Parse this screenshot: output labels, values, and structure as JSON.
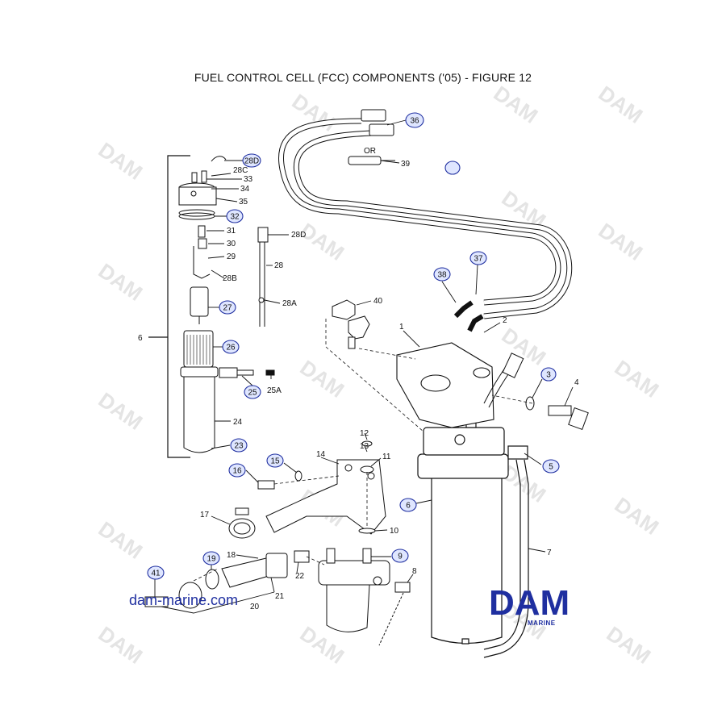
{
  "title": "FUEL CONTROL CELL (FCC) COMPONENTS ('05) - FIGURE 12",
  "website": "dam-marine.com",
  "brand": {
    "logo_text": "DAM",
    "sub_text": "MARINE",
    "color": "#1f2fa0"
  },
  "watermark_text": "DAM",
  "or_text": "OR",
  "circled_callouts": [
    "28D",
    "32",
    "27",
    "26",
    "25",
    "23",
    "36",
    "38",
    "37",
    "3",
    "5",
    "6",
    "15",
    "16",
    "19",
    "41",
    "9",
    ""
  ],
  "plain_labels": [
    "28C",
    "33",
    "34",
    "35",
    "31",
    "30",
    "29",
    "28B",
    "28D",
    "28",
    "28A",
    "25A",
    "24",
    "6",
    "39",
    "40",
    "1",
    "2",
    "4",
    "12",
    "13",
    "11",
    "14",
    "10",
    "17",
    "18",
    "22",
    "21",
    "20",
    "8",
    "7"
  ],
  "accent_color": "#1f2fa0"
}
